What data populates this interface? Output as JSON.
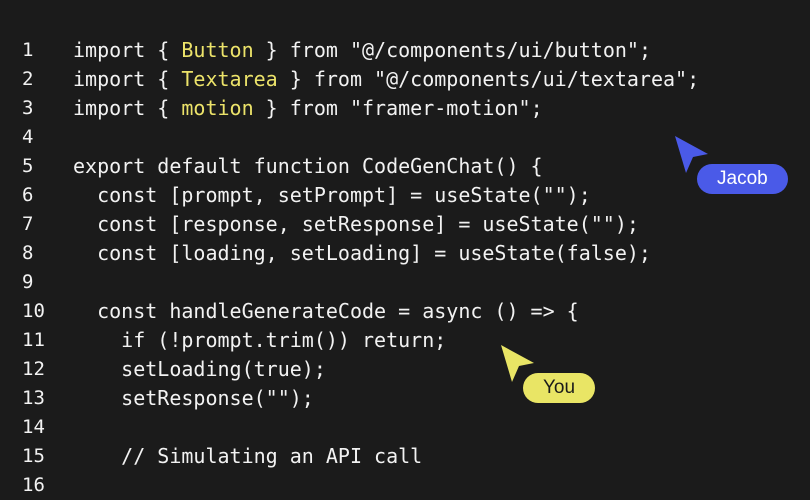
{
  "code_lines": [
    {
      "number": "1",
      "before": "import { ",
      "highlight": "Button",
      "after": " } from \"@/components/ui/button\";"
    },
    {
      "number": "2",
      "before": "import { ",
      "highlight": "Textarea",
      "after": " } from \"@/components/ui/textarea\";"
    },
    {
      "number": "3",
      "before": "import { ",
      "highlight": "motion",
      "after": " } from \"framer-motion\";"
    },
    {
      "number": "4",
      "before": "",
      "highlight": "",
      "after": ""
    },
    {
      "number": "5",
      "before": "export default function CodeGenChat() {",
      "highlight": "",
      "after": ""
    },
    {
      "number": "6",
      "before": "  const [prompt, setPrompt] = useState(\"\");",
      "highlight": "",
      "after": ""
    },
    {
      "number": "7",
      "before": "  const [response, setResponse] = useState(\"\");",
      "highlight": "",
      "after": ""
    },
    {
      "number": "8",
      "before": "  const [loading, setLoading] = useState(false);",
      "highlight": "",
      "after": ""
    },
    {
      "number": "9",
      "before": "",
      "highlight": "",
      "after": ""
    },
    {
      "number": "10",
      "before": "  const handleGenerateCode = async () => {",
      "highlight": "",
      "after": ""
    },
    {
      "number": "11",
      "before": "    if (!prompt.trim()) return;",
      "highlight": "",
      "after": ""
    },
    {
      "number": "12",
      "before": "    setLoading(true);",
      "highlight": "",
      "after": ""
    },
    {
      "number": "13",
      "before": "    setResponse(\"\");",
      "highlight": "",
      "after": ""
    },
    {
      "number": "14",
      "before": "",
      "highlight": "",
      "after": ""
    },
    {
      "number": "15",
      "before": "    // Simulating an API call",
      "highlight": "",
      "after": ""
    },
    {
      "number": "16",
      "before": "",
      "highlight": "",
      "after": ""
    }
  ],
  "cursors": {
    "jacob": {
      "label": "Jacob",
      "icon": "pointer-cursor-icon",
      "color": "#4a5ae8",
      "text_color": "#ffffff"
    },
    "you": {
      "label": "You",
      "icon": "pointer-cursor-icon",
      "color": "#e9e565",
      "text_color": "#1b1b1b"
    }
  },
  "colors": {
    "background": "#1b1b1b",
    "text": "#f2f2f2",
    "highlight": "#ece36a"
  }
}
